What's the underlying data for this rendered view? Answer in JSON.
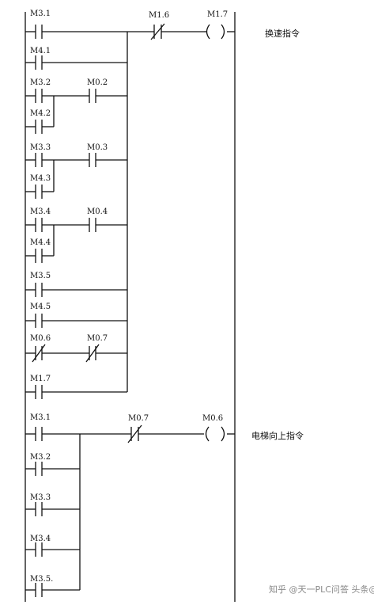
{
  "rung1": {
    "contacts": [
      "M3.1",
      "M4.1",
      "M3.2",
      "M4.2",
      "M0.2",
      "M3.3",
      "M4.3",
      "M0.3",
      "M3.4",
      "M4.4",
      "M0.4",
      "M3.5",
      "M4.5",
      "M0.6",
      "M0.7",
      "M1.7"
    ],
    "series_contact": "M1.6",
    "coil": "M1.7",
    "comment": "换速指令"
  },
  "rung2": {
    "contacts": [
      "M3.1",
      "M3.2",
      "M3.3",
      "M3.4",
      "M3.5."
    ],
    "series_contact": "M0.7",
    "coil": "M0.6",
    "comment": "电梯向上指令"
  },
  "watermark": "知乎 @天一PLC问答 头条@天天问答"
}
